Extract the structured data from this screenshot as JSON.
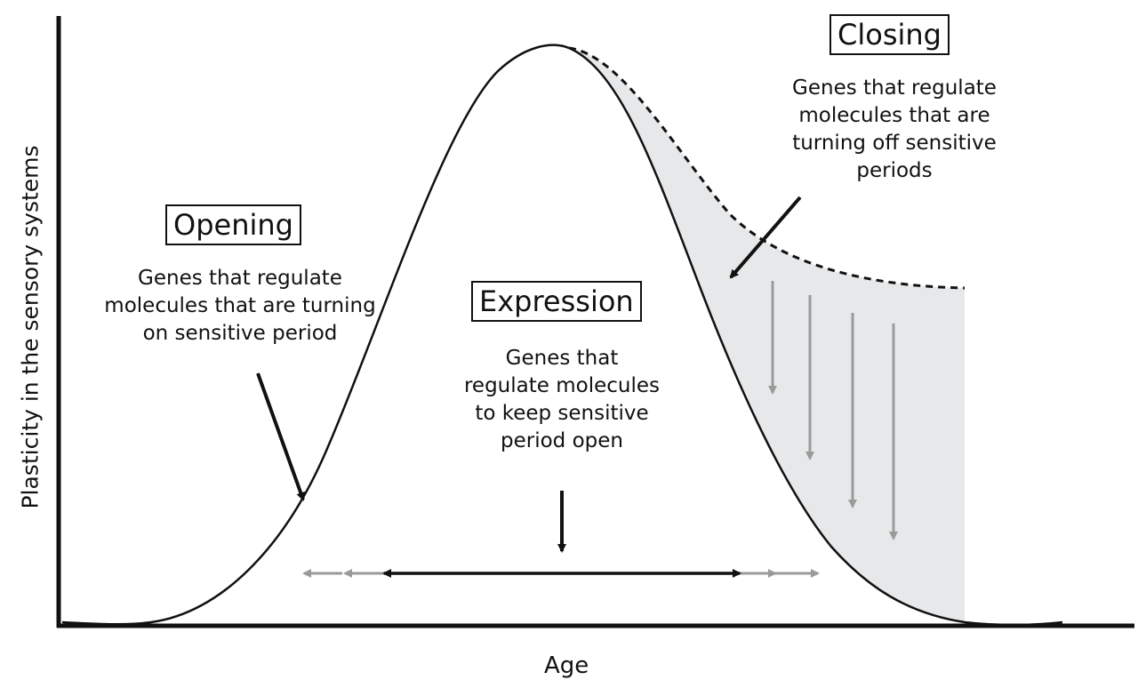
{
  "axes": {
    "ylabel": "Plasticity in the sensory systems",
    "xlabel": "Age"
  },
  "phases": {
    "opening": {
      "title": "Opening",
      "description": [
        "Genes that regulate",
        "molecules that are turning",
        "on sensitive period"
      ]
    },
    "expression": {
      "title": "Expression",
      "description": [
        "Genes that",
        "regulate molecules",
        "to keep sensitive",
        "period open"
      ]
    },
    "closing": {
      "title": "Closing",
      "description": [
        "Genes that regulate",
        "molecules that are",
        "turning off sensitive",
        "periods"
      ]
    }
  },
  "colors": {
    "curve": "#111111",
    "closing_fill": "#e6e8e9",
    "faded_arrow": "#9a9a9a"
  }
}
